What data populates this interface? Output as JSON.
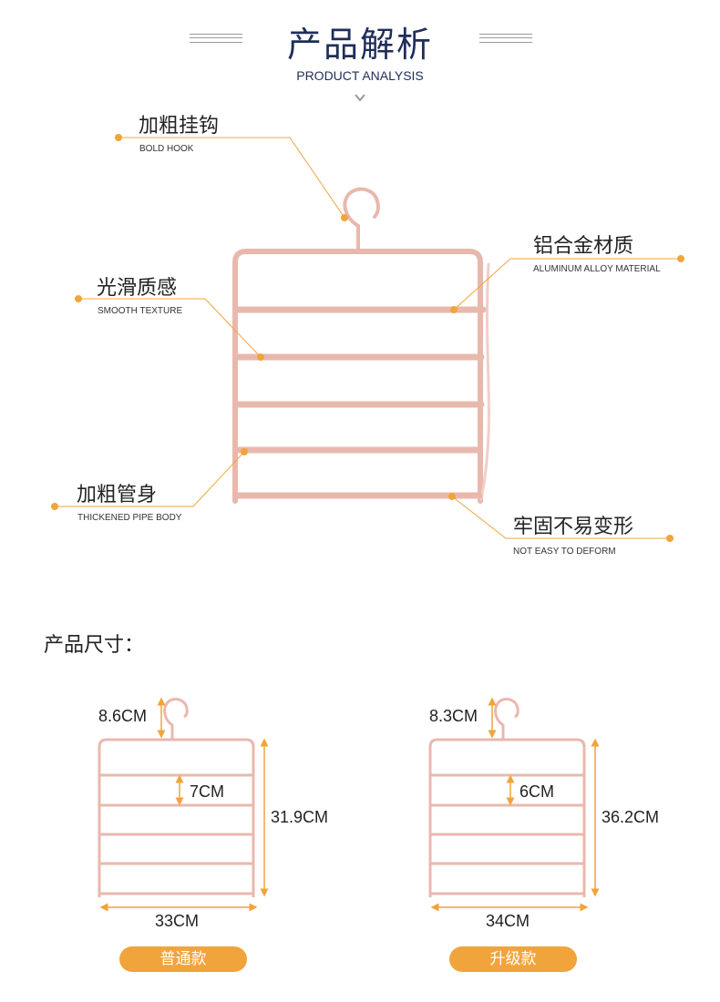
{
  "header": {
    "title": "产品解析",
    "subtitle": "PRODUCT ANALYSIS"
  },
  "features": [
    {
      "cn": "加粗挂钩",
      "en": "BOLD HOOK"
    },
    {
      "cn": "铝合金材质",
      "en": "ALUMINUM ALLOY MATERIAL"
    },
    {
      "cn": "光滑质感",
      "en": "SMOOTH TEXTURE"
    },
    {
      "cn": "加粗管身",
      "en": "THICKENED PIPE BODY"
    },
    {
      "cn": "牢固不易变形",
      "en": "NOT EASY TO DEFORM"
    }
  ],
  "size_section": {
    "heading": "产品尺寸：",
    "standard": {
      "hook": "8.6CM",
      "gap": "7CM",
      "height": "31.9CM",
      "width": "33CM",
      "label": "普通款"
    },
    "upgrade": {
      "hook": "8.3CM",
      "gap": "6CM",
      "height": "36.2CM",
      "width": "34CM",
      "label": "升级款"
    }
  },
  "colors": {
    "accent": "#f1a43b",
    "title": "#1f2d5a",
    "hanger": "#e9b8ad"
  }
}
